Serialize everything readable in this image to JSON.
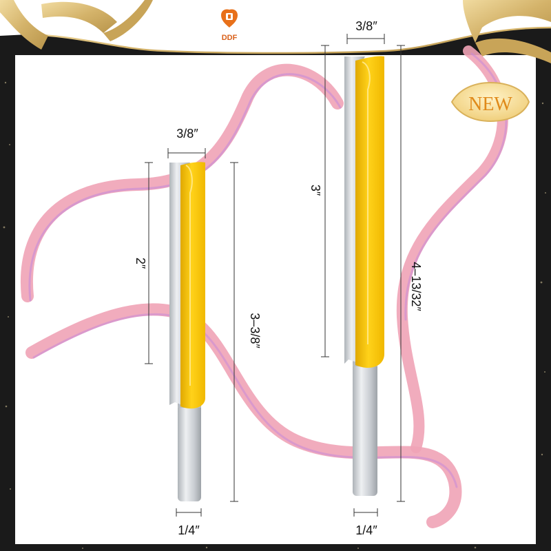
{
  "brand": {
    "name": "DDF"
  },
  "badge": {
    "label": "NEW"
  },
  "bits": {
    "short": {
      "cut_diameter": "3/8″",
      "cut_length": "2″",
      "overall_length": "3–3/8″",
      "shank_diameter": "1/4″"
    },
    "long": {
      "cut_diameter": "3/8″",
      "cut_length": "3″",
      "overall_length": "4–13/32″",
      "shank_diameter": "1/4″"
    }
  },
  "colors": {
    "flute": "#f2c400",
    "shank": "#c9cdd2",
    "frame": "#1a1a1a",
    "ribbon": "#f2a6b8",
    "gold": "#d4b36a",
    "accent": "#e8701a"
  }
}
